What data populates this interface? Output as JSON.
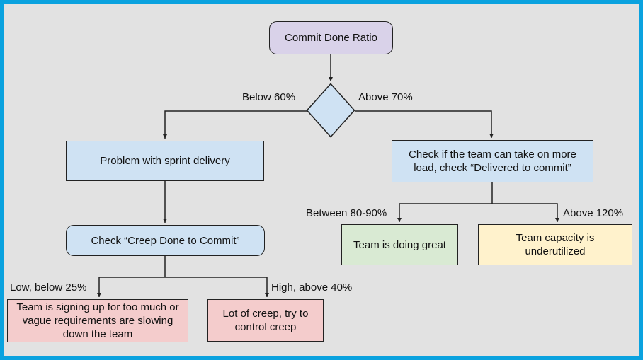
{
  "frame": {
    "border_color": "#0aa2df",
    "background": "#e2e2e2"
  },
  "nodes": {
    "start": {
      "label": "Commit Done Ratio",
      "fill": "#d9d2e9"
    },
    "decision": {
      "fill": "#cfe2f3"
    },
    "problem": {
      "label": "Problem with sprint delivery",
      "fill": "#cfe2f3"
    },
    "check_creep": {
      "label": "Check “Creep Done to Commit”",
      "fill": "#cfe2f3"
    },
    "too_much": {
      "label": "Team is signing up for too much or vague requirements are slowing down the team",
      "fill": "#f4cccc"
    },
    "lot_creep": {
      "label": "Lot of creep, try to control creep",
      "fill": "#f4cccc"
    },
    "take_more": {
      "label": "Check if the team can take on more load, check “Delivered to commit”",
      "fill": "#cfe2f3"
    },
    "doing_great": {
      "label": "Team is doing great",
      "fill": "#d9ead3"
    },
    "underutilized": {
      "label": "Team capacity is underutilized",
      "fill": "#fff2cc"
    }
  },
  "edge_labels": {
    "below60": "Below 60%",
    "above70": "Above 70%",
    "low25": "Low, below 25%",
    "high40": "High, above 40%",
    "between": "Between 80-90%",
    "above120": "Above 120%"
  },
  "line_color": "#222222"
}
